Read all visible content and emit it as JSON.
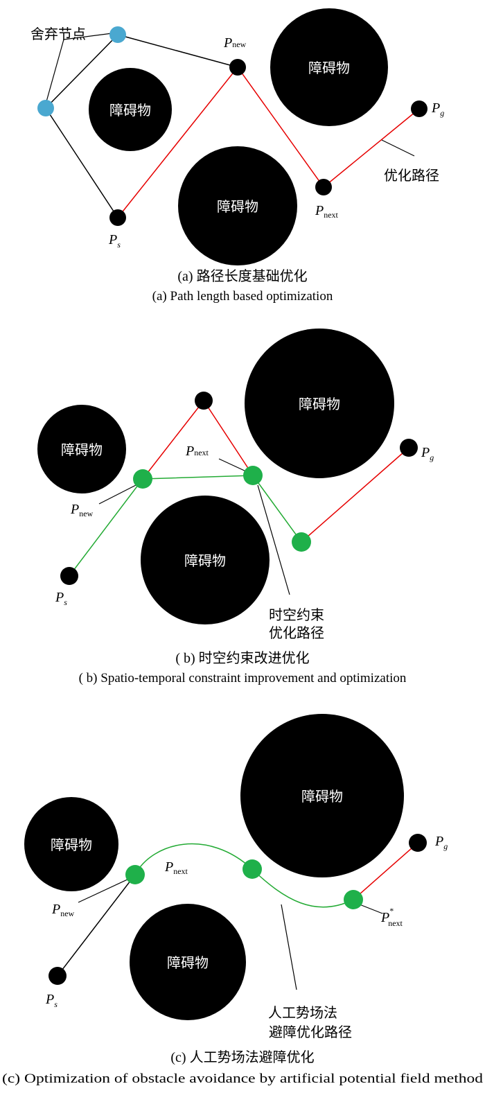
{
  "labels": {
    "obstacle": "障碍物",
    "discarded_nodes": "舍弃节点",
    "optimized_path": "优化路径",
    "spatiotemporal_line1": "时空约束",
    "spatiotemporal_line2": "优化路径",
    "apf_line1": "人工势场法",
    "apf_line2": "避障优化路径"
  },
  "points": {
    "P": "P",
    "new": "new",
    "next": "next",
    "s": "s",
    "g": "g",
    "star": "*"
  },
  "captions": {
    "a_cn": "(a) 路径长度基础优化",
    "a_en": "(a) Path length based optimization",
    "b_cn": "( b) 时空约束改进优化",
    "b_en": "( b) Spatio-temporal constraint improvement and optimization",
    "c_cn": "(c) 人工势场法避障优化",
    "c_en": "(c) Optimization of obstacle avoidance by artificial potential field method"
  },
  "colors": {
    "obstacle": "#000000",
    "discarded_node": "#4aa8d0",
    "red_path": "#e60000",
    "green_path": "#22aa33",
    "green_node": "#1fb04a"
  }
}
